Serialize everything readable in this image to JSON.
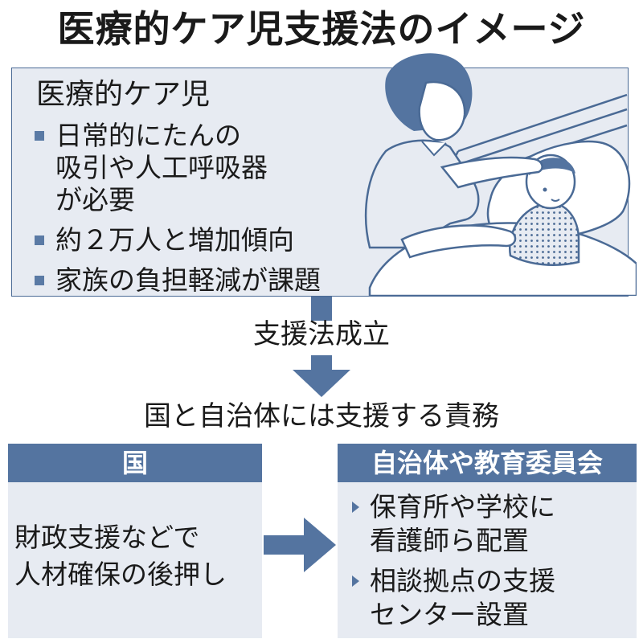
{
  "title": "医療的ケア児支援法のイメージ",
  "top_box": {
    "title": "医療的ケア児",
    "items": [
      [
        "日常的にたんの",
        "吸引や人工呼吸器",
        "が必要"
      ],
      [
        "約２万人と増加傾向"
      ],
      [
        "家族の負担軽減が課題"
      ]
    ]
  },
  "flow_label": "支援法成立",
  "duty_text": "国と自治体には支援する責務",
  "left_panel": {
    "header": "国",
    "lines": [
      "財政支援などで",
      "人材確保の後押し"
    ]
  },
  "right_panel": {
    "header": "自治体や教育委員会",
    "items": [
      [
        "保育所や学校に",
        "看護師ら配置"
      ],
      [
        "相談拠点の支援",
        "センター設置"
      ]
    ]
  },
  "colors": {
    "accent": "#5474a0",
    "panel_bg": "#e7ebf2",
    "text": "#1a1a1a"
  },
  "icons": {
    "bullet": "square",
    "right_bullet": "triangle-right",
    "illustration": "nurse-caring-for-child-in-bed"
  }
}
